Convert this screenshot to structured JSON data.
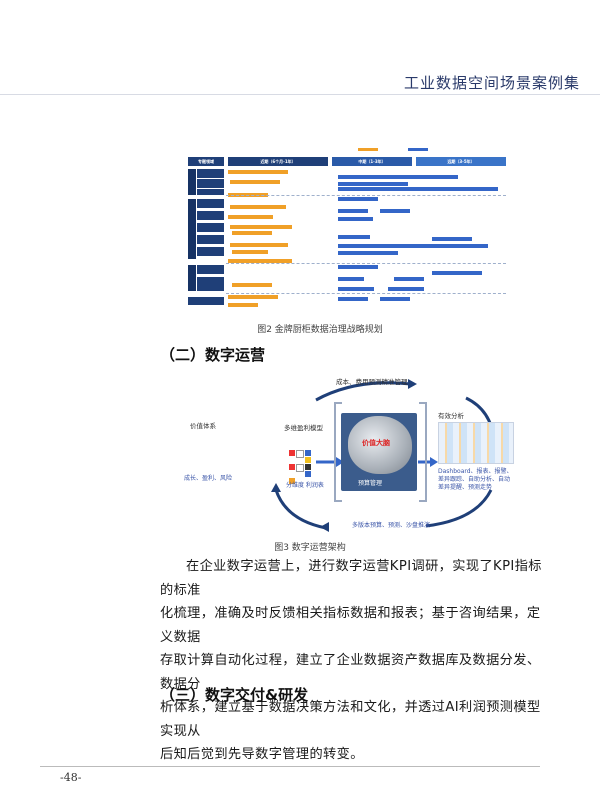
{
  "header": {
    "book_title": "工业数据空间场景案例集"
  },
  "figure2": {
    "caption": "图2 金牌厨柜数据治理战略规划",
    "phases": [
      "近期（6个月-1年）",
      "中期（1-3年）",
      "远期（3-5年）"
    ],
    "header_label": "专题领域"
  },
  "section2": {
    "heading": "（二）数字运营"
  },
  "figure3": {
    "caption": "图3 数字运营架构",
    "top_label": "成本、费用预测精准管理",
    "left_title": "价值体系",
    "left_sub": "成长、盈利、风险",
    "model_title": "多维盈利模型",
    "model_sub": "分维度  利润表",
    "right_title": "有效分析",
    "right_sub1": "Dashboard、报表、报警、",
    "right_sub2": "差异跟踪、自助分析、自动",
    "right_sub3": "差异提醒、预测走势",
    "brain_text": "价值大脑",
    "predict_label": "预算管理",
    "bottom_label": "多版本预算、预测、沙盘推演"
  },
  "paragraph": {
    "lines": [
      "在企业数字运营上，进行数字运营KPI调研，实现了KPI指标的标准",
      "化梳理，准确及时反馈相关指标数据和报表；基于咨询结果，定义数据",
      "存取计算自动化过程，建立了企业数据资产数据库及数据分发、数据分",
      "析体系，建立基于数据决策方法和文化，并透过AI利润预测模型实现从",
      "后知后觉到先导数字管理的转变。"
    ]
  },
  "section3": {
    "heading": "（三）数字交付&研发"
  },
  "footer": {
    "page_number": "-48-"
  }
}
